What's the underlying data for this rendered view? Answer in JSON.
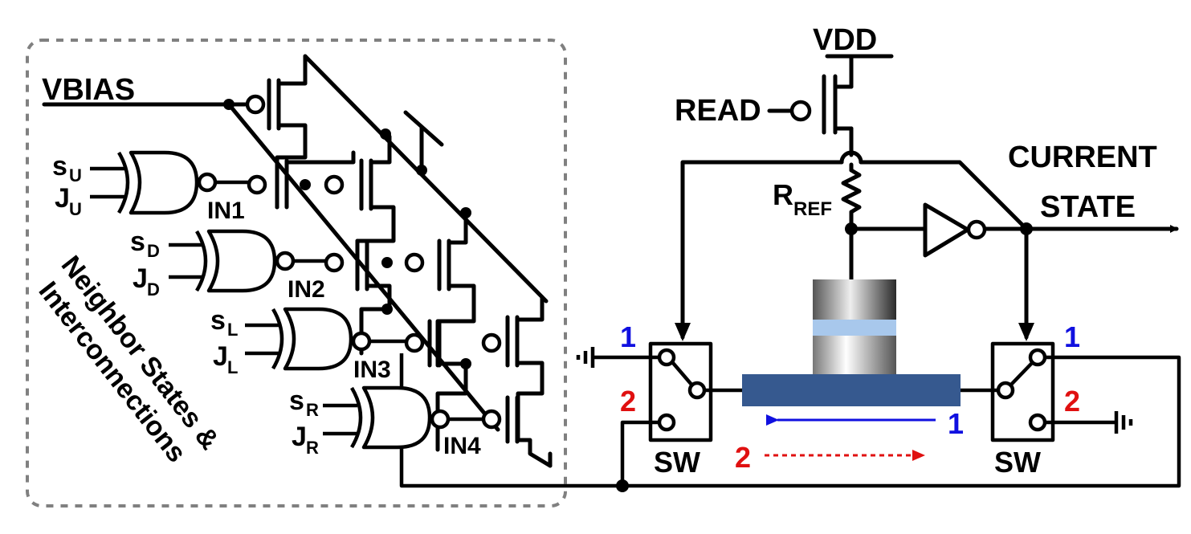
{
  "labels": {
    "vdd": "VDD",
    "read": "READ",
    "vbias": "VBIAS",
    "current_line1": "CURRENT",
    "current_line2": "STATE",
    "rref_main": "R",
    "rref_sub": "REF",
    "sw_left": "SW",
    "sw_right": "SW",
    "in1": "IN1",
    "in2": "IN2",
    "in3": "IN3",
    "in4": "IN4",
    "region_line1": "Neighbor States &",
    "region_line2": "Interconnections",
    "left_pos1": "1",
    "left_pos2": "2",
    "right_pos1": "1",
    "right_pos2": "2",
    "arrow1_label": "1",
    "arrow2_label": "2"
  },
  "gates": [
    {
      "s_main": "s",
      "s_sub": "U",
      "j_main": "J",
      "j_sub": "U"
    },
    {
      "s_main": "s",
      "s_sub": "D",
      "j_main": "J",
      "j_sub": "D"
    },
    {
      "s_main": "s",
      "s_sub": "L",
      "j_main": "J",
      "j_sub": "L"
    },
    {
      "s_main": "s",
      "s_sub": "R",
      "j_main": "J",
      "j_sub": "R"
    }
  ],
  "colors": {
    "blue_label": "#1010e0",
    "red_label": "#e01010",
    "track": "#36598f",
    "barrier": "#a8c8ec",
    "box_border": "#808080"
  }
}
